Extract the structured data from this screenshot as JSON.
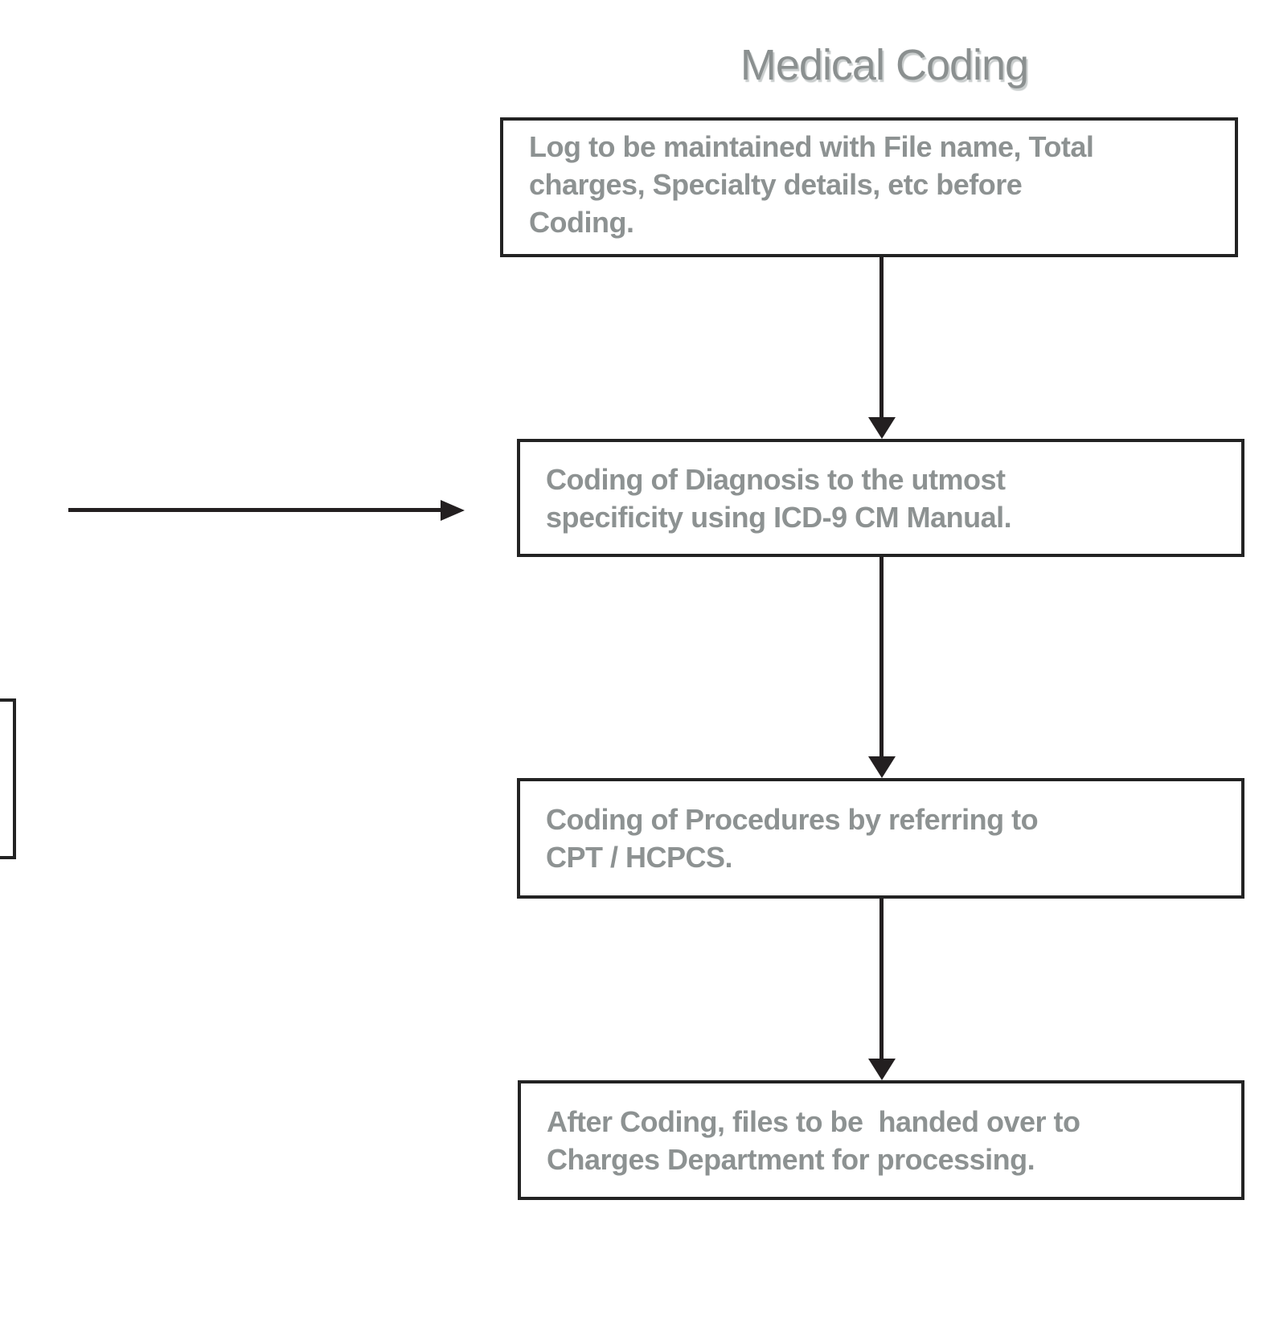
{
  "diagram": {
    "title": "Medical Coding",
    "steps": [
      {
        "id": "log",
        "lines": [
          "Log to be maintained with File name, Total",
          "charges, Specialty details, etc before",
          "Coding."
        ]
      },
      {
        "id": "diagnosis-coding",
        "lines": [
          "Coding of Diagnosis to the utmost",
          "specificity using ICD-9 CM Manual."
        ]
      },
      {
        "id": "procedure-coding",
        "lines": [
          "Coding of Procedures by referring to",
          "CPT / HCPCS."
        ]
      },
      {
        "id": "handoff",
        "lines": [
          "After Coding, files to be  handed over to",
          "Charges Department for processing."
        ]
      }
    ],
    "connectors": {
      "down_arrow_count": 3,
      "incoming_arrow": "horizontal-from-left-into-step-2"
    }
  },
  "colors": {
    "background": "#ffffff",
    "box_border": "#232323",
    "box_text": "#8d9292",
    "title_text": "#8b9090",
    "title_shadow": "#c9cdcd",
    "arrow": "#231f20"
  }
}
